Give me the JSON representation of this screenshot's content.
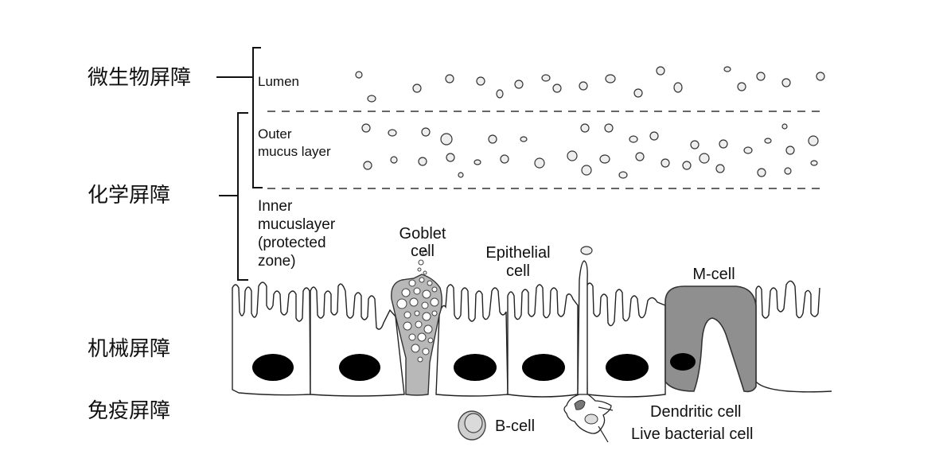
{
  "barriers": [
    {
      "id": "microbial",
      "label": "微生物屏障"
    },
    {
      "id": "chemical",
      "label": "化学屏障"
    },
    {
      "id": "mechanical",
      "label": "机械屏障"
    },
    {
      "id": "immune",
      "label": "免疫屏障"
    }
  ],
  "zones": {
    "lumen": "Lumen",
    "outer_mucus": [
      "Outer",
      "mucus layer"
    ],
    "inner_mucus": [
      "Inner",
      "mucuslayer",
      "(protected",
      "zone)"
    ]
  },
  "cell_labels": {
    "goblet": [
      "Goblet",
      "cell"
    ],
    "epithelial": [
      "Epithelial",
      "cell"
    ],
    "m_cell": "M-cell",
    "b_cell": "B-cell",
    "dendritic": "Dendritic cell",
    "live_bacterial": "Live bacterial cell"
  },
  "colors": {
    "line": "#111111",
    "dash": "#666666",
    "bubble_fill": "#eeeeee",
    "goblet_fill": "#b8b8b8",
    "m_cell_fill": "#8f8f8f",
    "nucleus": "#000000",
    "b_cell_fill": "#cfcfcf"
  }
}
